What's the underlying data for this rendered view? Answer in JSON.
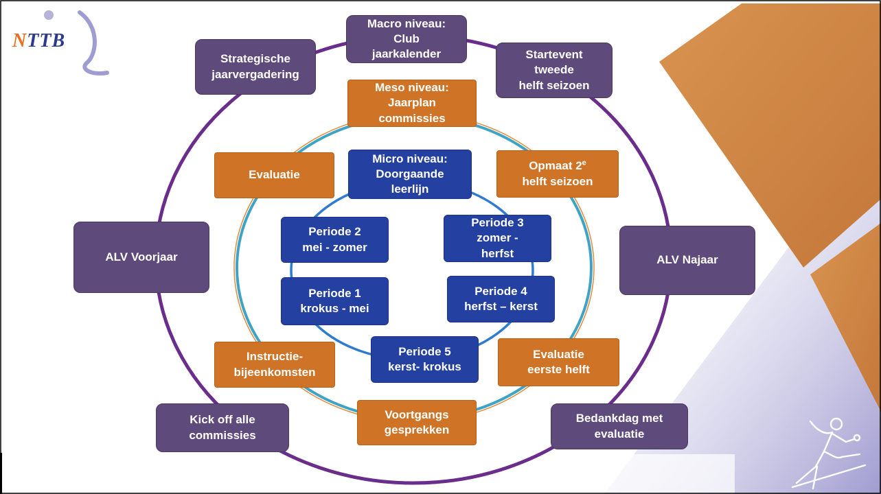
{
  "logo": {
    "first_letter": "N",
    "rest": "TTB"
  },
  "colors": {
    "macro": "#5f4a7c",
    "meso": "#cf7426",
    "micro": "#2440a0",
    "outer_ring": "#6a2d8c",
    "middle_ring": "#3fa4c4",
    "inner_ring": "#2f7bd0",
    "corner_orange": "#cf8a4a"
  },
  "macro": {
    "top": "Macro niveau:\nClub\njaarkalender",
    "strategische": "Strategische\njaarvergadering",
    "startevent": "Startevent\ntweede\nhelft seizoen",
    "alv_voorjaar": "ALV Voorjaar",
    "alv_najaar": "ALV Najaar",
    "kick_off": "Kick off alle\ncommissies",
    "bedankdag": "Bedankdag met\nevaluatie"
  },
  "meso": {
    "top": "Meso niveau:\nJaarplan\ncommissies",
    "evaluatie": "Evaluatie",
    "opmaat_line1": "Opmaat 2",
    "opmaat_sup": "e",
    "opmaat_line2": "helft seizoen",
    "instructie": "Instructie-\nbijeenkomsten",
    "evaluatie_eerste": "Evaluatie\neerste helft",
    "voortgang": "Voortgangs\ngesprekken"
  },
  "micro": {
    "top": "Micro niveau:\nDoorgaande\nleerlijn",
    "periode_2": "Periode 2\nmei - zomer",
    "periode_3": "Periode 3\nzomer -\nherfst",
    "periode_1": "Periode 1\nkrokus - mei",
    "periode_4": "Periode 4\nherfst – kerst",
    "periode_5": "Periode 5\nkerst- krokus"
  }
}
